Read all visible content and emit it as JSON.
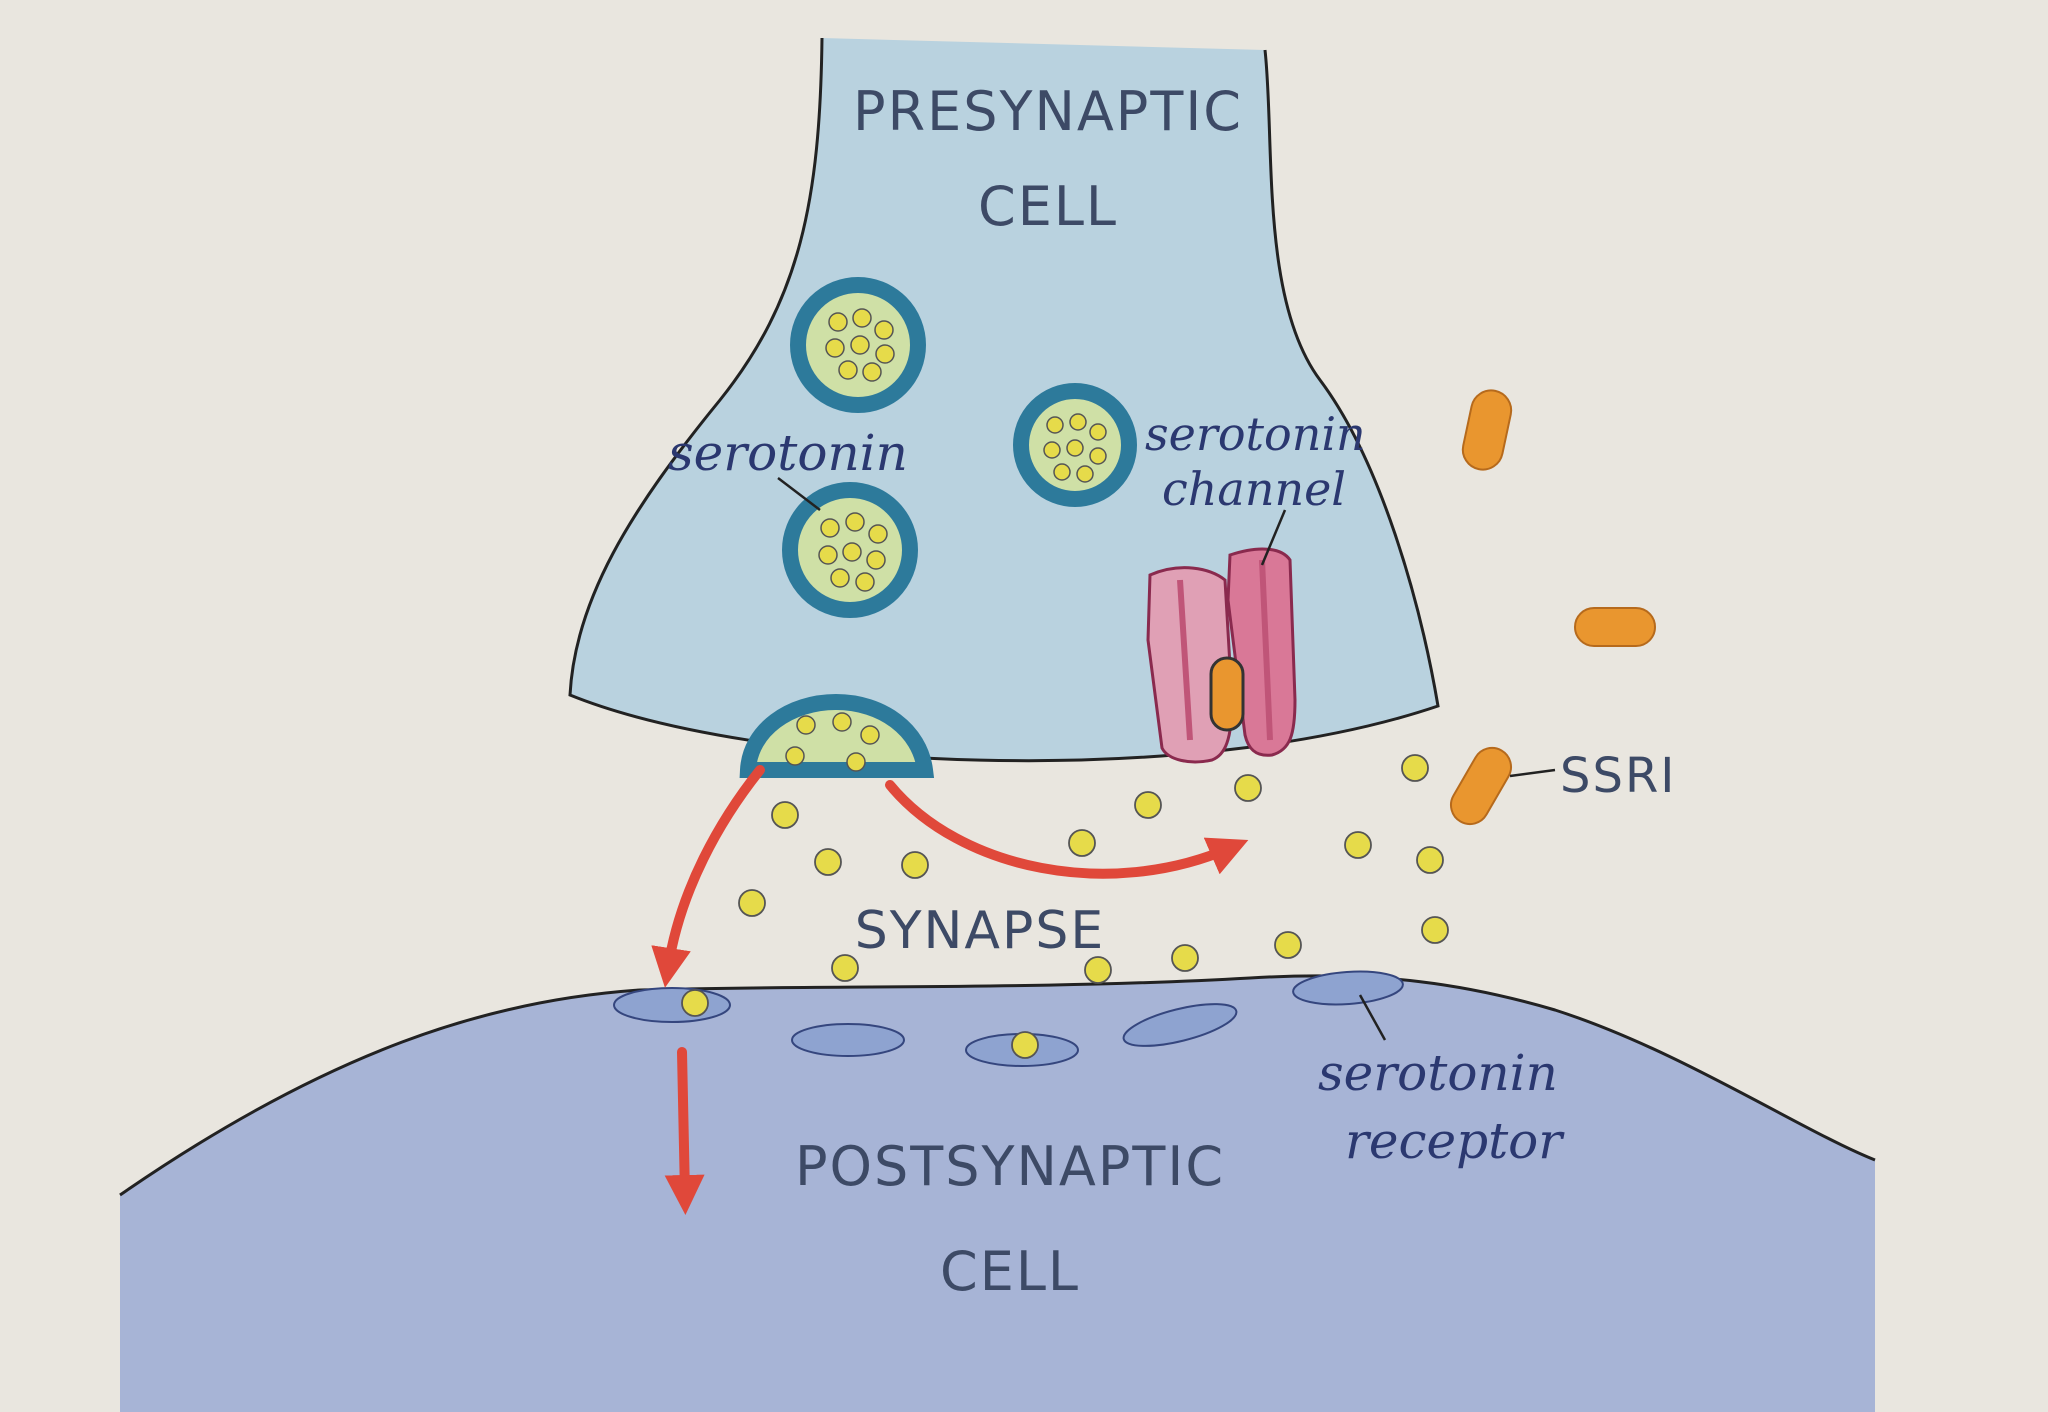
{
  "labels": {
    "presynaptic_line1": "PRESYNAPTIC",
    "presynaptic_line2": "CELL",
    "serotonin": "serotonin",
    "channel_line1": "serotonin",
    "channel_line2": "channel",
    "ssri": "SSRI",
    "synapse": "SYNAPSE",
    "receptor_line1": "serotonin",
    "receptor_line2": "receptor",
    "postsynaptic_line1": "POSTSYNAPTIC",
    "postsynaptic_line2": "CELL"
  },
  "colors": {
    "paper": "#e9e6df",
    "presynaptic_fill": "#b9d2df",
    "postsynaptic_fill": "#a7b4d6",
    "vesicle_ring": "#2d7a9b",
    "vesicle_core": "#cfe0a6",
    "serotonin": "#e6db4a",
    "ssri": "#e9962f",
    "channel": "#d97897",
    "receptor": "#8ea3d0",
    "arrow": "#e0483a",
    "ink": "#222222"
  }
}
